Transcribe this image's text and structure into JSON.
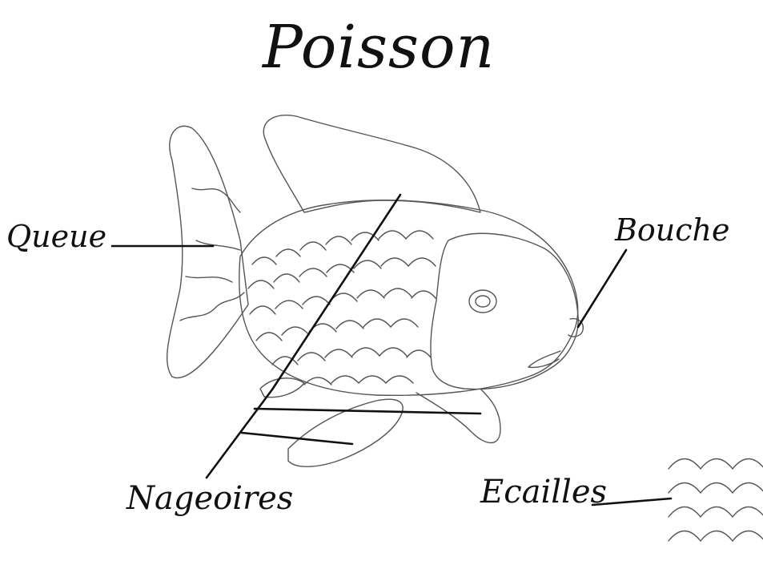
{
  "title": "Poisson",
  "labels": {
    "queue": "Queue",
    "bouche": "Bouche",
    "nageoires": "Nageoires",
    "ecailles": "Ecailles"
  },
  "colors": {
    "ink": "#111111",
    "outline": "#555555",
    "background": "#ffffff"
  }
}
